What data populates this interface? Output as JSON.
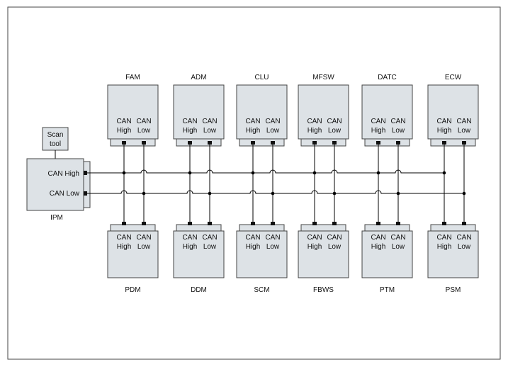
{
  "colors": {
    "box_fill": "#dde2e6",
    "stroke": "#444444",
    "wire": "#000000",
    "connector": "#111111"
  },
  "scan_tool": {
    "line1": "Scan",
    "line2": "tool"
  },
  "ipm": {
    "label": "IPM",
    "can_high": "CAN High",
    "can_low": "CAN Low"
  },
  "pin_text": {
    "can": "CAN",
    "high": "High",
    "low": "Low"
  },
  "top_modules": [
    {
      "name": "FAM"
    },
    {
      "name": "ADM"
    },
    {
      "name": "CLU"
    },
    {
      "name": "MFSW"
    },
    {
      "name": "DATC"
    },
    {
      "name": "ECW"
    }
  ],
  "bottom_modules": [
    {
      "name": "PDM"
    },
    {
      "name": "DDM"
    },
    {
      "name": "SCM"
    },
    {
      "name": "FBWS"
    },
    {
      "name": "PTM"
    },
    {
      "name": "PSM"
    }
  ]
}
